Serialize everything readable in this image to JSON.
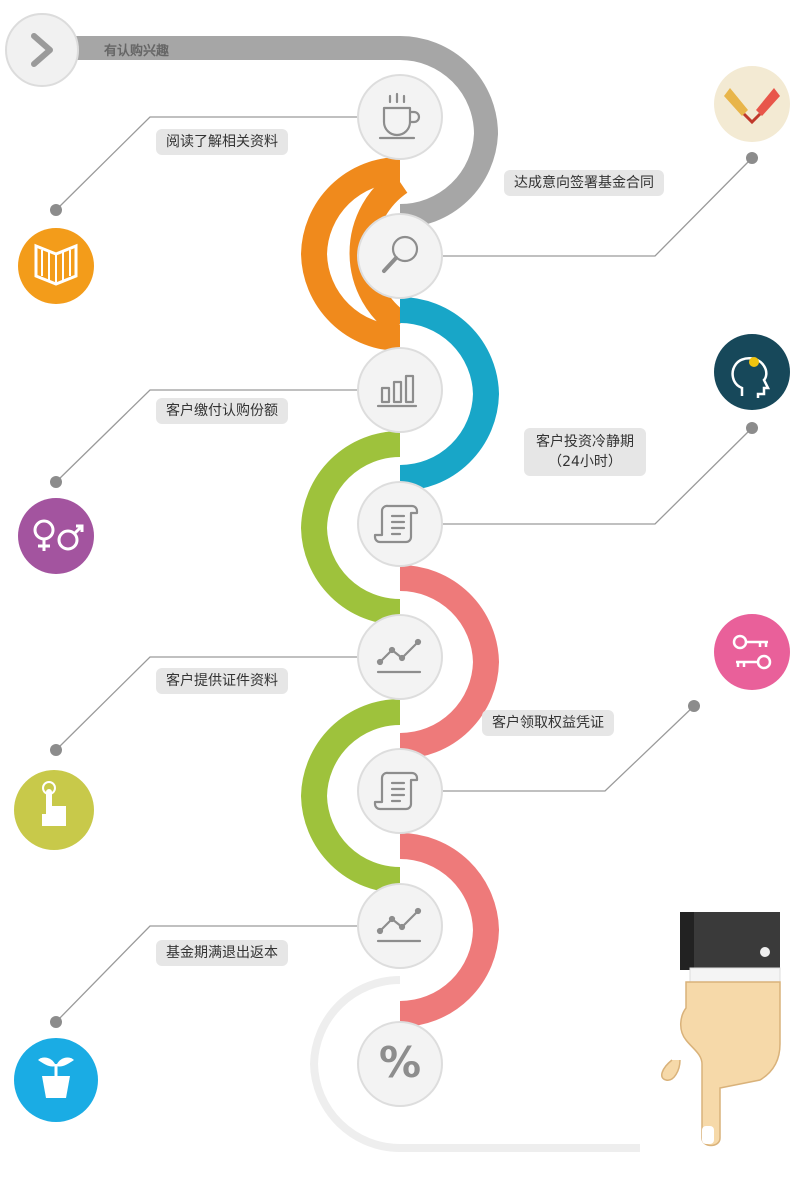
{
  "header": {
    "title": "有认购兴趣"
  },
  "steps": [
    {
      "label": "阅读了解相关资料",
      "icon": "coffee-cup-icon"
    },
    {
      "label": "达成意向签署基金合同",
      "icon": "magnifier-icon"
    },
    {
      "label": "客户缴付认购份额",
      "icon": "bar-chart-icon"
    },
    {
      "label_line1": "客户投资冷静期",
      "label_line2": "（24小时）",
      "icon": "scroll-document-icon"
    },
    {
      "label": "客户提供证件资料",
      "icon": "line-chart-icon"
    },
    {
      "label": "客户领取权益凭证",
      "icon": "scroll-document-icon"
    },
    {
      "label": "基金期满退出返本",
      "icon": "line-chart-icon"
    },
    {
      "end_symbol": "%",
      "icon": "percent-icon"
    }
  ],
  "side_icons": [
    {
      "name": "book-icon",
      "color": "#f39c1a"
    },
    {
      "name": "handshake-icon",
      "color": "#f3ead3"
    },
    {
      "name": "head-idea-icon",
      "color": "#17485a"
    },
    {
      "name": "gender-icon",
      "color": "#a3549f"
    },
    {
      "name": "key-icon",
      "color": "#e9609a"
    },
    {
      "name": "hand-touch-icon",
      "color": "#c8c94a"
    },
    {
      "name": "plant-icon",
      "color": "#1aace4"
    }
  ],
  "colors": {
    "gray": "#a6a6a6",
    "orange": "#f08a1c",
    "teal": "#18a6c8",
    "lime": "#9ec23c",
    "salmon": "#ee7a7a"
  }
}
